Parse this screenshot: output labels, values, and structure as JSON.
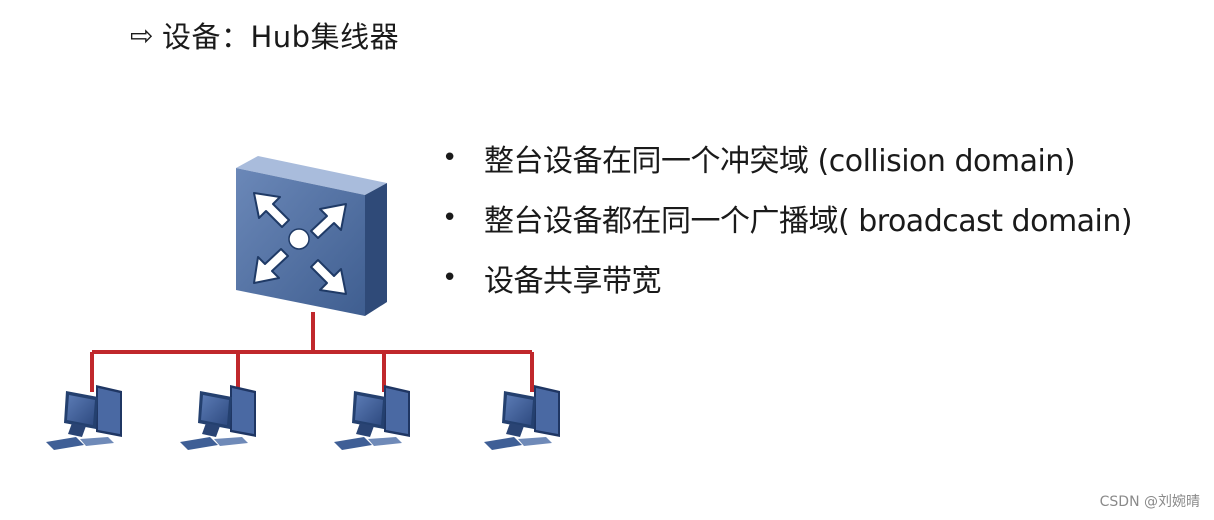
{
  "title": {
    "arrow": "⇨",
    "text": "设备：Hub集线器"
  },
  "bullets": [
    "整台设备在同一个冲突域 (collision domain)",
    "整台设备都在同一个广播域( broadcast domain)",
    "设备共享带宽"
  ],
  "diagram": {
    "hub_icon": "hub-arrows-icon",
    "computer_icon": "desktop-computer-icon",
    "computer_count": 4,
    "link_color": "#c0282c"
  },
  "watermark": "CSDN @刘婉晴"
}
